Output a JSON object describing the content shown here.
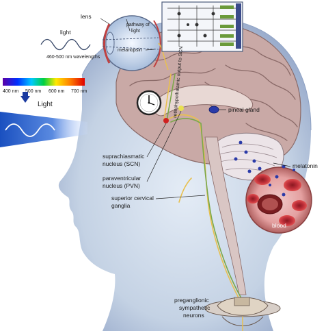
{
  "labels": {
    "lens": "lens",
    "pathway": [
      "pathway of",
      "light"
    ],
    "melanopsin": "melanopsin",
    "light_top": "light",
    "wavelengths": "460-500 nm wavelengths",
    "spectrum_ticks": [
      "400 nm",
      "500 nm",
      "600 nm",
      "700 nm"
    ],
    "light_main": "Light",
    "retino": "retinohypothalamic output to SCN",
    "pineal": "pineal gland",
    "scn": [
      "suprachiasmatic",
      "nucleus (SCN)"
    ],
    "pvn": [
      "paraventricular",
      "nucleus (PVN)"
    ],
    "scg": [
      "superior cervical",
      "ganglia"
    ],
    "melatonin": "melatonin",
    "blood": "blood",
    "preganglionic": [
      "preganglionic",
      "sympathetic",
      "neurons"
    ]
  },
  "colors": {
    "spectrum": [
      "#5a00a8",
      "#0030ff",
      "#00c8ff",
      "#00d040",
      "#ffe800",
      "#ff8000",
      "#e00000"
    ],
    "head": "#c4d2e4",
    "brain": "#c9a9a6",
    "cerebellum": "#e8e0e4",
    "blood_cell": "#c0303a",
    "nerve_yellow": "#e8c050",
    "nerve_green": "#7aa84a",
    "melatonin_dot": "#2a3aa8"
  }
}
